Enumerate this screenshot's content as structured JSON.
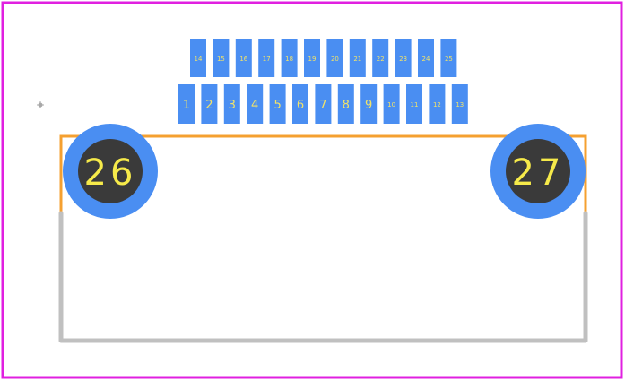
{
  "footprint": {
    "top_row_pads": [
      "14",
      "15",
      "16",
      "17",
      "18",
      "19",
      "20",
      "21",
      "22",
      "23",
      "24",
      "25"
    ],
    "bottom_row_pads": [
      "1",
      "2",
      "3",
      "4",
      "5",
      "6",
      "7",
      "8",
      "9",
      "10",
      "11",
      "12",
      "13"
    ],
    "mounting_holes": [
      "26",
      "27"
    ]
  },
  "colors": {
    "board_outline": "#e020e0",
    "courtyard": "#f5a030",
    "silkscreen": "#c0c0c0",
    "pad": "#4a8ef2",
    "hole_ring": "#4a8ef2",
    "hole_center": "#3a3a3a",
    "pad_text": "#f1e36a",
    "hole_text": "#f6ea4a",
    "origin_marker": "#a8a8a8"
  }
}
